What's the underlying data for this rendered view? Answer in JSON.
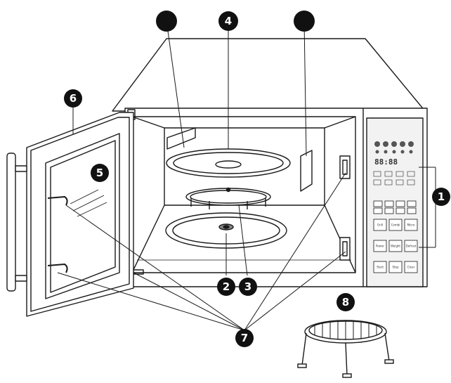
{
  "display": {
    "readout": "88:88"
  },
  "control_panel": {
    "buttons": [
      "Grill",
      "Combi",
      "Micro",
      "Power",
      "Weight",
      "Defrost",
      "Start",
      "Stop",
      "Clear"
    ]
  },
  "callouts": [
    {
      "id": "1",
      "label": "1"
    },
    {
      "id": "2",
      "label": "2"
    },
    {
      "id": "3",
      "label": "3"
    },
    {
      "id": "4",
      "label": "4"
    },
    {
      "id": "5",
      "label": "5"
    },
    {
      "id": "6",
      "label": "6"
    },
    {
      "id": "7",
      "label": "7"
    },
    {
      "id": "8",
      "label": "8"
    }
  ],
  "colors": {
    "line": "#1a1a1a",
    "marker": "#111111",
    "panel": "#f2f2f2"
  }
}
